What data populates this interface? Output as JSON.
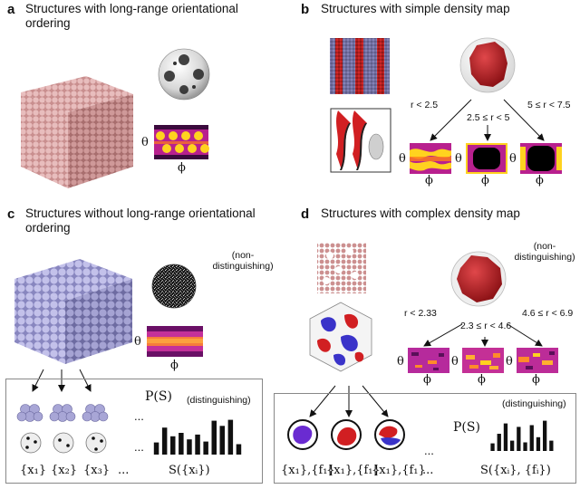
{
  "panels": {
    "a": {
      "label": "a",
      "title_line1": "Structures with long-range orientational",
      "title_line2": "ordering",
      "theta": "θ",
      "phi": "ϕ"
    },
    "b": {
      "label": "b",
      "title": "Structures with simple density map",
      "ranges": [
        "r < 2.5",
        "2.5 ≤ r < 5",
        "5 ≤ r < 7.5"
      ],
      "theta": "θ",
      "phi": "ϕ"
    },
    "c": {
      "label": "c",
      "title_line1": "Structures without long-range orientational",
      "title_line2": "ordering",
      "nondist_line1": "(non-",
      "nondist_line2": "distinguishing)",
      "theta": "θ",
      "phi": "ϕ",
      "ps": "P(S)",
      "dist": "(distinguishing)",
      "ellipsis": "...",
      "x_labels": [
        "{x₁}",
        "{x₂}",
        "{x₃}",
        "..."
      ],
      "s_label": "S({xᵢ})",
      "histogram": [
        0.28,
        0.62,
        0.42,
        0.5,
        0.35,
        0.46,
        0.3,
        0.78,
        0.66,
        0.8,
        0.24
      ]
    },
    "d": {
      "label": "d",
      "title": "Structures with complex density map",
      "nondist_line1": "(non-",
      "nondist_line2": "distinguishing)",
      "ranges": [
        "r < 2.33",
        "2.3 ≤ r < 4.6",
        "4.6 ≤ r < 6.9"
      ],
      "theta": "θ",
      "phi": "ϕ",
      "ps": "P(S)",
      "dist": "(distinguishing)",
      "ellipsis": "...",
      "xf_labels": [
        "{x₁},{f₁}",
        "{x₁},{f₁}",
        "{x₁},{f₁}",
        "..."
      ],
      "s_label": "S({xᵢ}, {fᵢ})",
      "histogram": [
        0.22,
        0.5,
        0.8,
        0.3,
        0.7,
        0.25,
        0.75,
        0.4,
        0.88,
        0.3
      ]
    }
  },
  "colors": {
    "pink_particles": "#d9a5a5",
    "lavender_particles": "#a8a6d6",
    "heatmap_yellow": "#ffd21f",
    "heatmap_magenta": "#b8208e",
    "heatmap_orange": "#ff7d1c",
    "red_density": "#c91f25",
    "blue_density": "#3a33c9"
  }
}
